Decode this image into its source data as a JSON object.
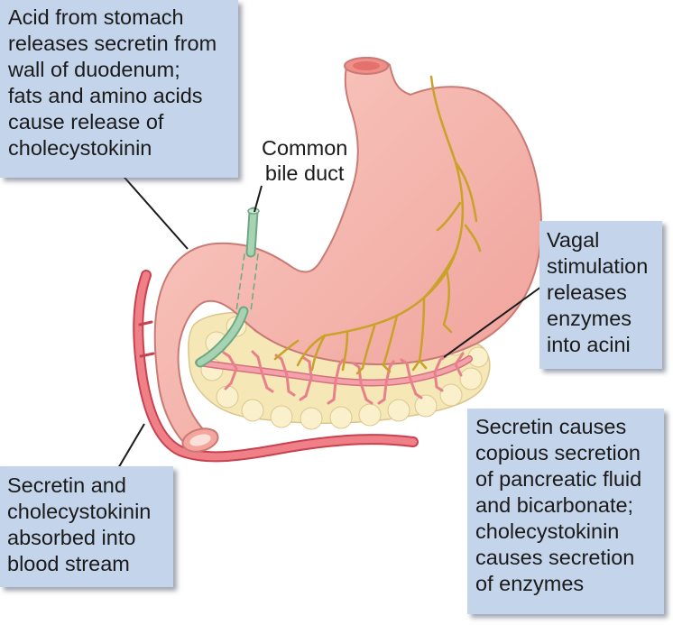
{
  "labels": {
    "acid": [
      "Acid from stomach",
      "releases secretin from",
      "wall of duodenum;",
      "fats and amino acids",
      "cause release of",
      "cholecystokinin"
    ],
    "bile": [
      "Common",
      "bile duct"
    ],
    "vagal": [
      "Vagal",
      "stimulation",
      "releases",
      "enzymes",
      "into acini"
    ],
    "absorbed": [
      "Secretin and",
      "cholecystokinin",
      "absorbed into",
      "blood stream"
    ],
    "secretin": [
      "Secretin causes",
      "copious secretion",
      "of pancreatic fluid",
      "and bicarbonate;",
      "cholecystokinin",
      "causes secretion",
      "of enzymes"
    ]
  },
  "colors": {
    "box_fill": "#c4d4ea",
    "stomach": "#f4b4aa",
    "nerve": "#c9a227",
    "pancreas": "#f5e7b6",
    "duct": "#ef8f99",
    "blood_vessel": "#e45c6a",
    "bile_duct": "#8fc4a0"
  }
}
